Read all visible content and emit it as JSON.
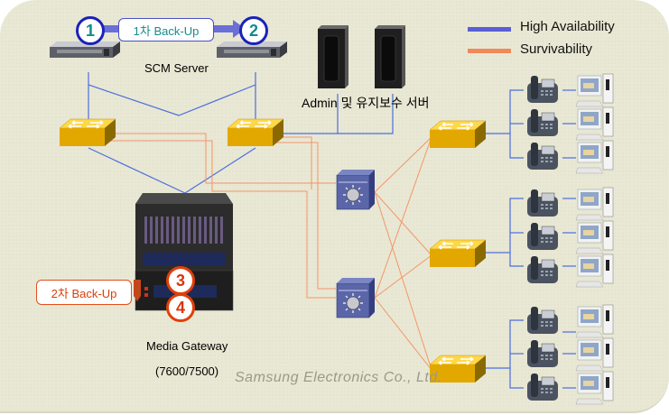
{
  "legend": {
    "items": [
      {
        "label": "High Availability",
        "color": "#5b5fd6"
      },
      {
        "label": "Survivability",
        "color": "#f08a5a"
      }
    ]
  },
  "scm": {
    "label": "SCM Server",
    "primary_badge": "1",
    "secondary_badge": "2",
    "backup_label": "1차 Back-Up"
  },
  "admin": {
    "label": "Admin 및 유지보수 서버"
  },
  "gateway": {
    "label": "Media Gateway",
    "model": "(7600/7500)",
    "badge_a": "3",
    "badge_b": "4",
    "backup_label": "2차 Back-Up"
  },
  "watermark": "Samsung Electronics Co., Ltd.",
  "colors": {
    "ha_line": "#4a6ee0",
    "surv_line": "#f4956a",
    "switch_yellow": "#e8b000",
    "router_blue": "#5a66a8"
  }
}
